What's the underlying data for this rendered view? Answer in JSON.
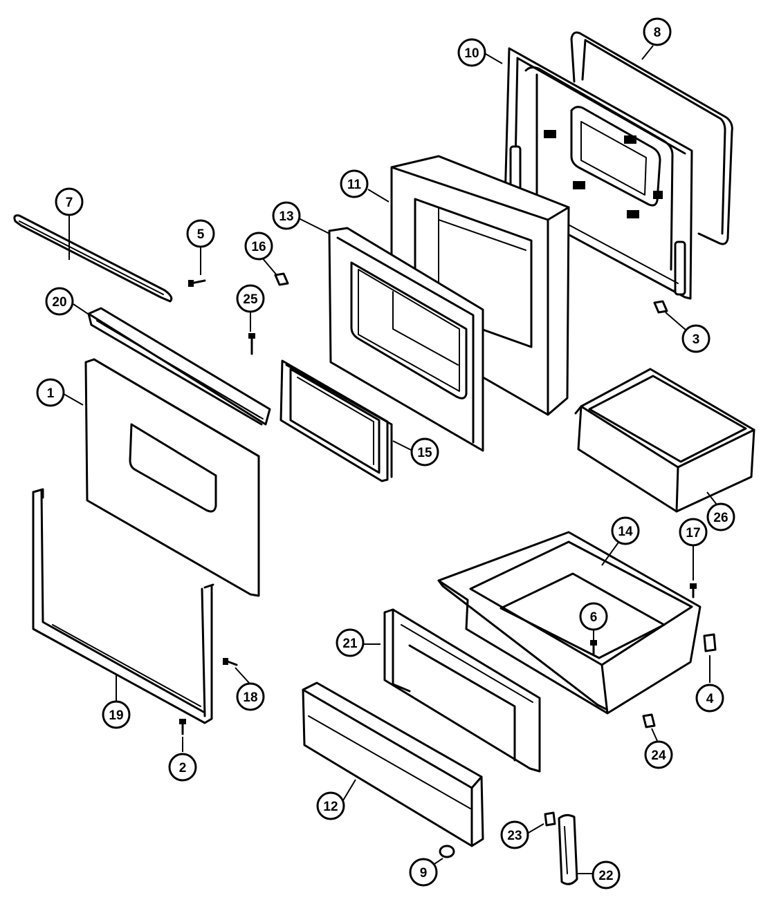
{
  "diagram": {
    "callouts": [
      {
        "id": "c1",
        "label": "1"
      },
      {
        "id": "c2",
        "label": "2"
      },
      {
        "id": "c3",
        "label": "3"
      },
      {
        "id": "c4",
        "label": "4"
      },
      {
        "id": "c5",
        "label": "5"
      },
      {
        "id": "c6",
        "label": "6"
      },
      {
        "id": "c7",
        "label": "7"
      },
      {
        "id": "c8",
        "label": "8"
      },
      {
        "id": "c9",
        "label": "9"
      },
      {
        "id": "c10",
        "label": "10"
      },
      {
        "id": "c11",
        "label": "11"
      },
      {
        "id": "c12",
        "label": "12"
      },
      {
        "id": "c13",
        "label": "13"
      },
      {
        "id": "c14",
        "label": "14"
      },
      {
        "id": "c15",
        "label": "15"
      },
      {
        "id": "c16",
        "label": "16"
      },
      {
        "id": "c17",
        "label": "17"
      },
      {
        "id": "c18",
        "label": "18"
      },
      {
        "id": "c19",
        "label": "19"
      },
      {
        "id": "c20",
        "label": "20"
      },
      {
        "id": "c21",
        "label": "21"
      },
      {
        "id": "c22",
        "label": "22"
      },
      {
        "id": "c23",
        "label": "23"
      },
      {
        "id": "c24",
        "label": "24"
      },
      {
        "id": "c25",
        "label": "25"
      },
      {
        "id": "c26",
        "label": "26"
      }
    ]
  }
}
